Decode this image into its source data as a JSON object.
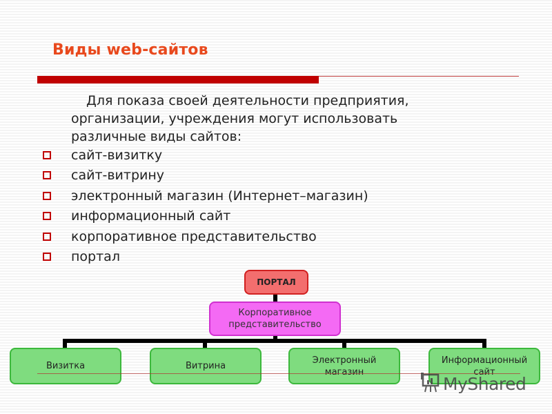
{
  "slide": {
    "title": "Виды web-сайтов",
    "intro_line1": "Для показа своей деятельности предприятия,",
    "intro_line2": "организации, учреждения могут использовать",
    "intro_line3": "различные виды сайтов:",
    "list_items": [
      "сайт-визитку",
      "сайт-витрину",
      "электронный магазин (Интернет–магазин)",
      "информационный сайт",
      "корпоративное представительство",
      "портал"
    ],
    "colors": {
      "title": "#e8491d",
      "accent_bar": "#c00000",
      "bullet": "#c00000",
      "portal_fill": "#f36e6e",
      "corp_fill": "#f46af4",
      "leaf_fill": "#7fdc7f"
    }
  },
  "diagram": {
    "root": {
      "label": "ПОРТАЛ"
    },
    "middle": {
      "line1": "Корпоративное",
      "line2": "представительство"
    },
    "leaves": [
      {
        "line1": "Визитка",
        "line2": ""
      },
      {
        "line1": "Витрина",
        "line2": ""
      },
      {
        "line1": "Электронный",
        "line2": "магазин"
      },
      {
        "line1": "Информационный",
        "line2": "сайт"
      }
    ]
  },
  "watermark": {
    "text": "MyShared",
    "icon": "presentation-board-icon"
  }
}
